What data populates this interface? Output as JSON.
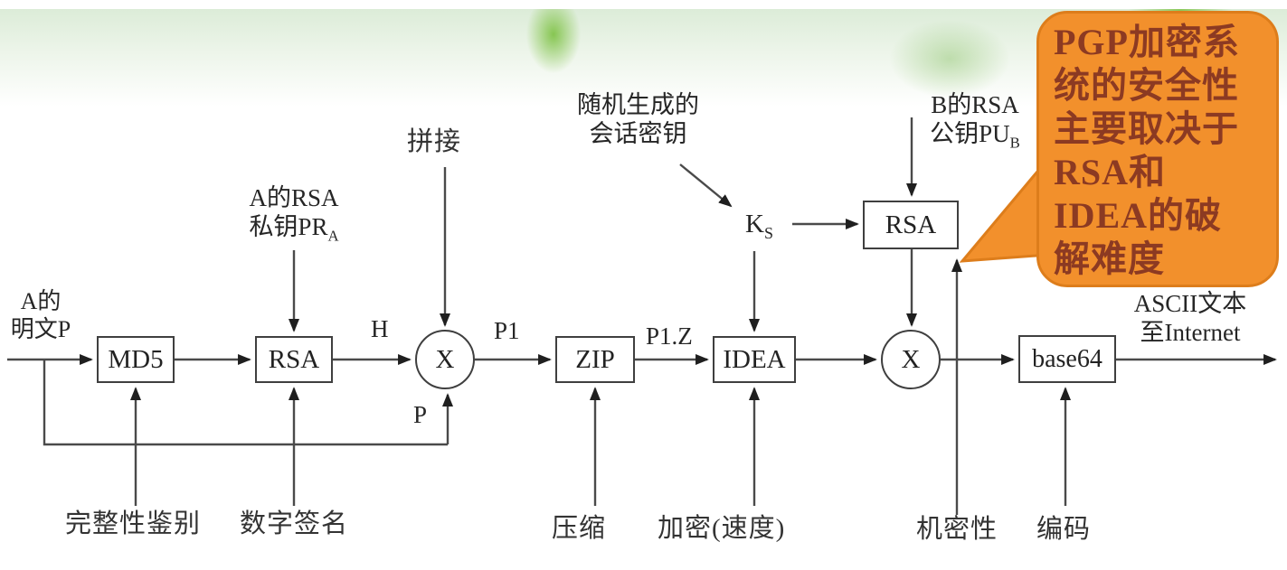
{
  "colors": {
    "line": "#4a4a4a",
    "arrow": "#1f1f1f",
    "callout_bg": "#F2902C",
    "callout_border": "#DD7D1B",
    "callout_text": "#8C3A22",
    "band_green": "#DCECD8",
    "leaf_green": "#7CC142"
  },
  "nodes": {
    "md5": "MD5",
    "rsa_sign": "RSA",
    "zip": "ZIP",
    "idea": "IDEA",
    "rsa_encrypt": "RSA",
    "base64": "base64",
    "xor1": "X",
    "xor2": "X"
  },
  "labels": {
    "plaintext_line1": "A的",
    "plaintext_line2": "明文P",
    "hash": "H",
    "p": "P",
    "p1": "P1",
    "p1z": "P1.Z",
    "concat": "拼接",
    "a_key_line1": "A的RSA",
    "a_key_line2_main": "私钥PR",
    "a_key_line2_sub": "A",
    "session_line1": "随机生成的",
    "session_line2": "会话密钥",
    "ks_main": "K",
    "ks_sub": "S",
    "b_key_line1": "B的RSA",
    "b_key_line2_main": "公钥PU",
    "b_key_line2_sub": "B",
    "ascii_line1": "ASCII文本",
    "ascii_line2": "至Internet",
    "integrity": "完整性鉴别",
    "signature": "数字签名",
    "compress": "压缩",
    "encrypt_speed": "加密(速度)",
    "confidentiality": "机密性",
    "encode": "编码"
  },
  "callout": {
    "text": "PGP加密系\n统的安全性\n主要取决于\nRSA和\nIDEA的破\n解难度"
  }
}
